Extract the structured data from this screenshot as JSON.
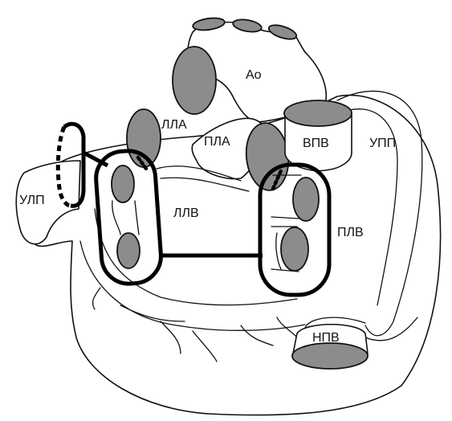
{
  "colors": {
    "line": "#111111",
    "vessel_fill": "#8c8c8c",
    "background": "#ffffff"
  },
  "labels": {
    "aorta": "Ao",
    "pulmonary_artery_upper": "ЛЛА",
    "pulmonary_artery_lower": "ПЛА",
    "superior_vena_cava": "ВПВ",
    "right_atrial_appendage": "УПП",
    "left_atrial_appendage": "УЛП",
    "left_pulmonary_veins": "ЛЛВ",
    "right_pulmonary_veins": "ПЛВ",
    "inferior_vena_cava": "НПВ"
  }
}
